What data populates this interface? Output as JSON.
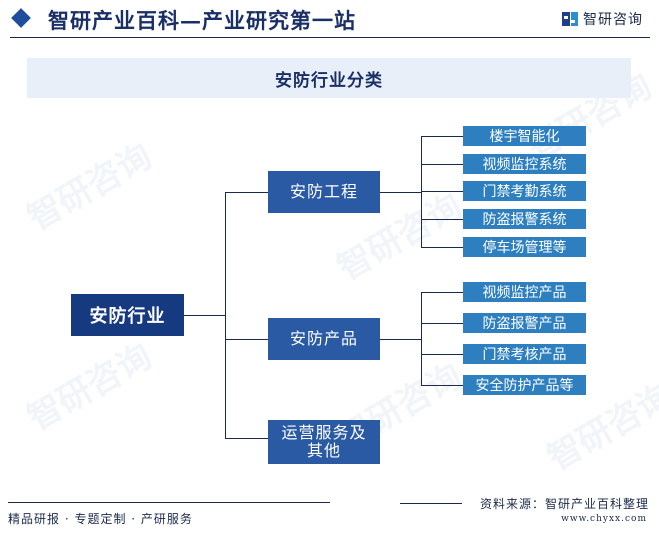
{
  "header": {
    "site_title": "智研产业百科—产业研究第一站",
    "brand_name": "智研咨询",
    "brand_icon": "zhiyan-logo-icon",
    "bullet_icon": "diamond-icon"
  },
  "diagram": {
    "title": "安防行业分类",
    "root": "安防行业",
    "branches": [
      {
        "label": "安防工程",
        "children": [
          "楼宇智能化",
          "视频监控系统",
          "门禁考勤系统",
          "防盗报警系统",
          "停车场管理等"
        ]
      },
      {
        "label": "安防产品",
        "children": [
          "视频监控产品",
          "防盗报警产品",
          "门禁考核产品",
          "安全防护产品等"
        ]
      },
      {
        "label": "运营服务及其他",
        "label_line1": "运营服务及",
        "label_line2": "其他",
        "children": []
      }
    ],
    "colors": {
      "root": "#163a80",
      "branch": "#2a5aa3",
      "leaf": "#2d7fc0",
      "connector": "#1b2a4a",
      "title_bar_bg": "#e8eff8"
    }
  },
  "footer": {
    "tagline": "精品研报 · 专题定制 · 产研服务",
    "source": "资料来源：智研产业百科整理",
    "url": "www.chyxx.com"
  },
  "watermark": "智研咨询"
}
